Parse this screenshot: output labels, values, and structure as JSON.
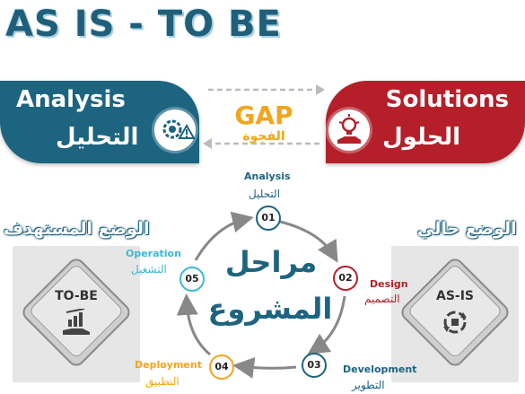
{
  "title": "AS IS - TO BE",
  "analysis": {
    "en": "Analysis",
    "ar": "التحليل",
    "icon": "gear-warning-icon",
    "color": "#1c6480"
  },
  "solutions": {
    "en": "Solutions",
    "ar": "الحلول",
    "icon": "lightbulb-hand-icon",
    "color": "#b51f2a"
  },
  "gap": {
    "en": "GAP",
    "ar": "الفجوة",
    "color": "#f2a51c"
  },
  "left_panel": {
    "title": "الوضع المستهدف",
    "label": "TO-BE",
    "icon": "growth-chart-icon"
  },
  "right_panel": {
    "title": "الوضع حالي",
    "label": "AS-IS",
    "icon": "cycle-icon"
  },
  "center": {
    "line1": "مراحل",
    "line2": "المشروع"
  },
  "stages": [
    {
      "num": "01",
      "en": "Analysis",
      "ar": "التحليل",
      "color": "#1c6480"
    },
    {
      "num": "02",
      "en": "Design",
      "ar": "التصميم",
      "color": "#b51f2a"
    },
    {
      "num": "03",
      "en": "Development",
      "ar": "التطوير",
      "color": "#1c6480"
    },
    {
      "num": "04",
      "en": "Deployment",
      "ar": "التطبيق",
      "color": "#f2a51c"
    },
    {
      "num": "05",
      "en": "Operation",
      "ar": "التشغيل",
      "color": "#3bb7d6"
    }
  ]
}
